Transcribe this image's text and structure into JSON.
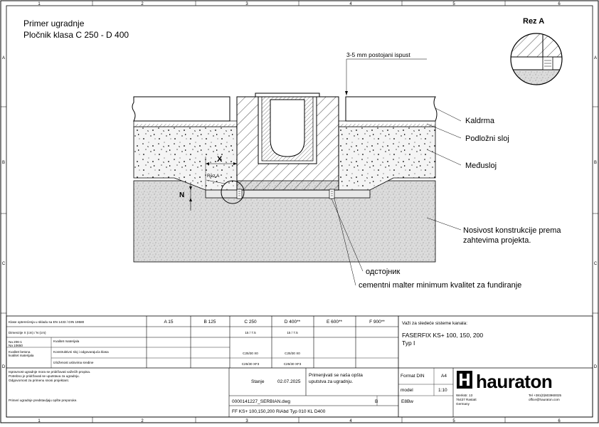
{
  "drawing": {
    "title_line1": "Primer ugradnje",
    "title_line2": "Pločnik klasa C 250 - D 400",
    "section_title": "Rez A",
    "detail_callout": "Rez A",
    "dim_x": "X",
    "dim_n": "N",
    "top_note": "3-5 mm postojani ispust",
    "labels": {
      "kaldrma": "Kaldrma",
      "podlozni": "Podložni sloj",
      "medjusloj": "Međusloj",
      "nosivost1": "Nosivost konstrukcije prema",
      "nosivost2": "zahtevima projekta.",
      "odstojnik": "одстојник",
      "malter": "cementni malter minimum kvalitet za fundiranje"
    }
  },
  "border": {
    "cols": [
      "1",
      "2",
      "3",
      "4",
      "5",
      "6"
    ],
    "rows": [
      "A",
      "B",
      "C",
      "D"
    ]
  },
  "table": {
    "row1_label": "Klase opterećenja u skladu sa EN 1433 / DIN 19580",
    "classes": [
      "A 15",
      "B 125",
      "C 250",
      "D 400**",
      "E 600**",
      "F 900**"
    ],
    "row2_label": "Dimenzije X (cm) / N (cm)",
    "row2_values": [
      "15 / 7.5",
      "15 / 7.5"
    ],
    "row3a": "Na 206-1",
    "row3b": "Na 10650",
    "row3_note": "Kvalitet materijala",
    "row4_label1": "Kvalitet betona",
    "row4_label2": "kvalitet materijala",
    "row4_mid": "Konstruktivni sloj i odgovarajuća klasa",
    "row5_mid": "Izloženost uslovima sredine",
    "c25_x0": "C25/30 X0",
    "c25_xf3": "C25/30 XF3",
    "system_title": "Važi za sledeće sisteme kanala:",
    "system_line1": "FASERFIX KS+ 100, 150, 200",
    "system_line2": "Typ I",
    "note1": "Ispravnost ugradnje mora se pridržavati važećih propisa.",
    "note2": "Potrebno je pridržavati se uputstava za ugradnju.",
    "note3": "Odgovornost za primenu snosi projektant.",
    "note4": "Primeri ugradnje predstavljaju opšte preporuke.",
    "stanje_label": "Stanje",
    "stanje_date": "02.07.2025",
    "primenjivati1": "Primenjivati se naša opšta",
    "primenjivati2": "uputstva za ugradnju.",
    "file_code": "0000141227_SERBIAN.dwg",
    "file_rev": "B",
    "file_right": "E8Bw",
    "format_label": "Format DIN",
    "format_value": "A4",
    "model_label": "model",
    "model_value": "1:10",
    "bottom_code": "FF KS+ 100,150,200 RiAbd Typ 010 KL D400",
    "company_name": "hauraton",
    "addr1": "Werkstr. 13",
    "addr2": "76437 Rastatt",
    "addr3": "Germany",
    "tel": "Tel +381(0)603960025",
    "mail": "office@hauraton.com"
  }
}
